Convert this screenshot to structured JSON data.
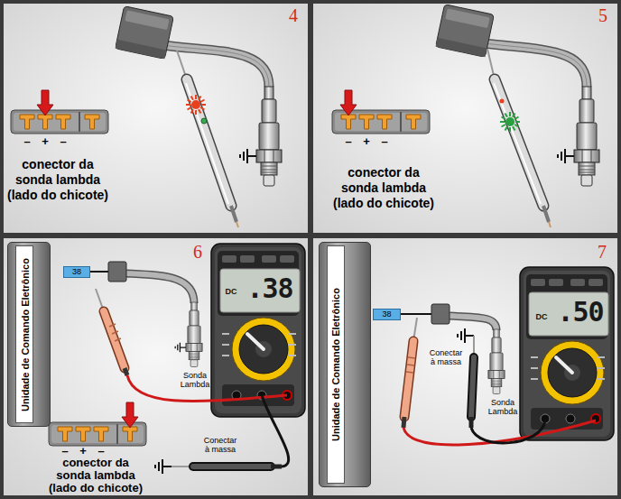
{
  "diagram": {
    "nodes": [
      {
        "text": [
          "Unidade de Comando Eletrônico"
        ]
      },
      {
        "text": [
          "38"
        ]
      },
      {
        "text": [
          "Unidade de Comando Eletrônico"
        ]
      },
      {
        "text": [
          "38"
        ]
      }
    ],
    "labels": [
      "4",
      "–",
      "+",
      "–",
      "conector da sonda lambda (lado do chicote)",
      "5",
      "–",
      "+",
      "–",
      "conector da sonda lambda (lado do chicote)",
      "6",
      "DC",
      ".38",
      "Sonda Lambda",
      "–",
      "+",
      "–",
      "conector da sonda lambda (lado do chicote)",
      "Conectar à massa",
      "7",
      "Conectar à massa",
      "Sonda Lambda",
      "DC",
      ".50"
    ]
  }
}
